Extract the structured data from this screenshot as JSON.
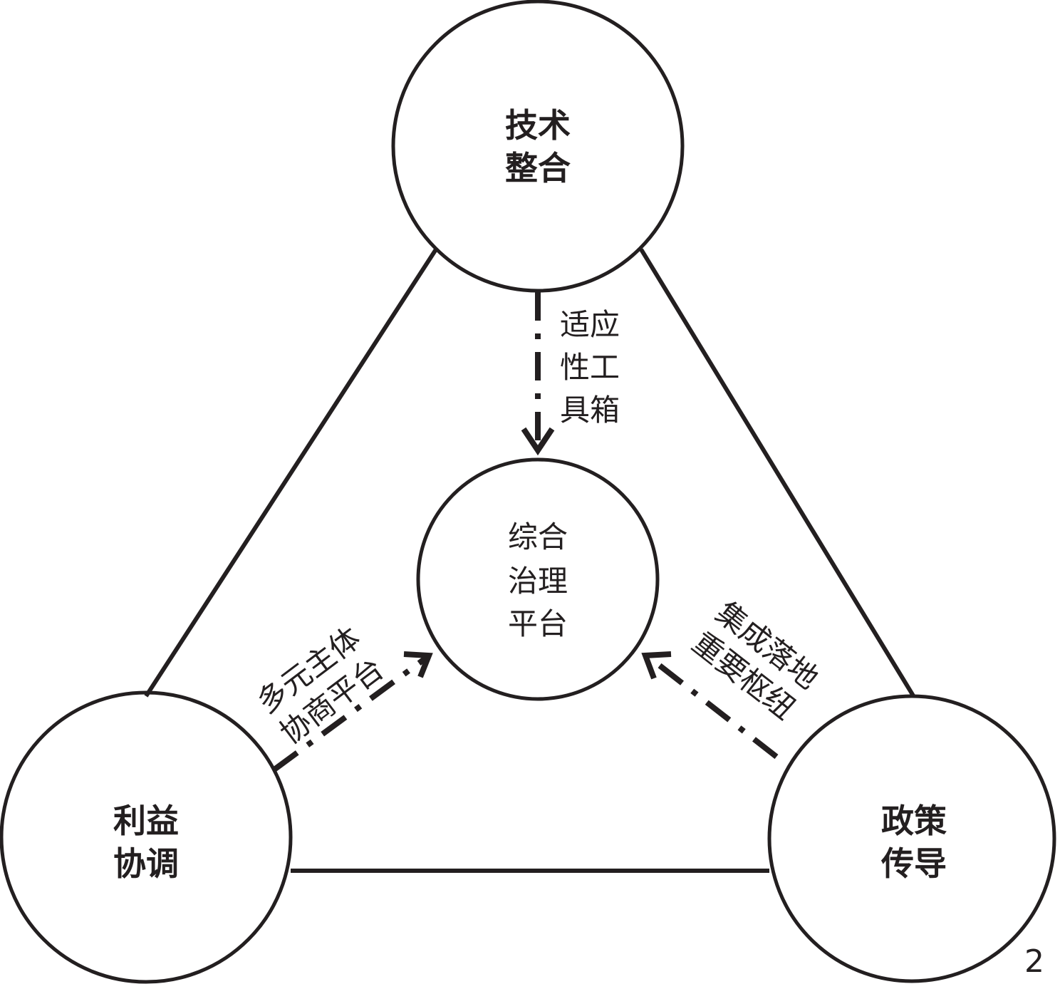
{
  "nodes": {
    "top": {
      "line1": "技术",
      "line2": "整合"
    },
    "center": {
      "line1": "综合",
      "line2": "治理",
      "line3": "平台"
    },
    "left": {
      "line1": "利益",
      "line2": "协调"
    },
    "right": {
      "line1": "政策",
      "line2": "传导"
    }
  },
  "arrows": {
    "top": {
      "line1": "适应",
      "line2": "性工",
      "line3": "具箱"
    },
    "left": {
      "line1": "多元主体",
      "line2": "协商平台"
    },
    "right": {
      "line1": "集成落地",
      "line2": "重要枢纽"
    }
  },
  "page_number": "2",
  "colors": {
    "stroke": "#231f20",
    "background": "#ffffff"
  }
}
